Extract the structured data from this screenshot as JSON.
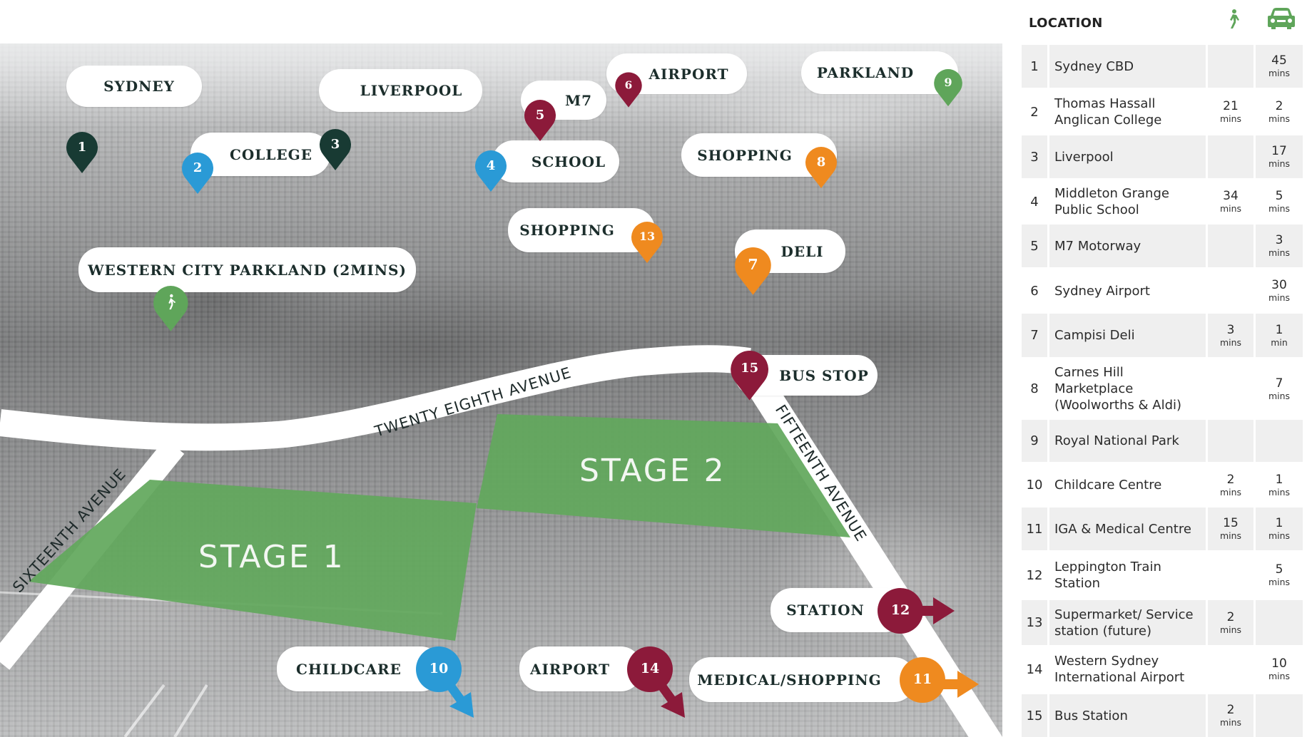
{
  "panel": {
    "title": "LOCATION",
    "walk_icon": "walking-person-icon",
    "drive_icon": "car-icon",
    "icon_color": "#5fa55a",
    "rows": [
      {
        "num": "1",
        "name": "Sydney CBD",
        "walk": "",
        "walk_unit": "",
        "drive": "45",
        "drive_unit": "mins"
      },
      {
        "num": "2",
        "name": "Thomas Hassall Anglican College",
        "walk": "21",
        "walk_unit": "mins",
        "drive": "2",
        "drive_unit": "mins"
      },
      {
        "num": "3",
        "name": "Liverpool",
        "walk": "",
        "walk_unit": "",
        "drive": "17",
        "drive_unit": "mins"
      },
      {
        "num": "4",
        "name": "Middleton Grange Public School",
        "walk": "34",
        "walk_unit": "mins",
        "drive": "5",
        "drive_unit": "mins"
      },
      {
        "num": "5",
        "name": "M7 Motorway",
        "walk": "",
        "walk_unit": "",
        "drive": "3",
        "drive_unit": "mins"
      },
      {
        "num": "6",
        "name": "Sydney Airport",
        "walk": "",
        "walk_unit": "",
        "drive": "30",
        "drive_unit": "mins"
      },
      {
        "num": "7",
        "name": "Campisi Deli",
        "walk": "3",
        "walk_unit": "mins",
        "drive": "1",
        "drive_unit": "min"
      },
      {
        "num": "8",
        "name": "Carnes Hill Marketplace (Woolworths & Aldi)",
        "walk": "",
        "walk_unit": "",
        "drive": "7",
        "drive_unit": "mins"
      },
      {
        "num": "9",
        "name": "Royal National Park",
        "walk": "",
        "walk_unit": "",
        "drive": "",
        "drive_unit": ""
      },
      {
        "num": "10",
        "name": "Childcare Centre",
        "walk": "2",
        "walk_unit": "mins",
        "drive": "1",
        "drive_unit": "mins"
      },
      {
        "num": "11",
        "name": "IGA & Medical Centre",
        "walk": "15",
        "walk_unit": "mins",
        "drive": "1",
        "drive_unit": "mins"
      },
      {
        "num": "12",
        "name": "Leppington Train Station",
        "walk": "",
        "walk_unit": "",
        "drive": "5",
        "drive_unit": "mins"
      },
      {
        "num": "13",
        "name": "Supermarket/ Service station (future)",
        "walk": "2",
        "walk_unit": "mins",
        "drive": "",
        "drive_unit": ""
      },
      {
        "num": "14",
        "name": "Western Sydney International Airport",
        "walk": "",
        "walk_unit": "",
        "drive": "10",
        "drive_unit": "mins"
      },
      {
        "num": "15",
        "name": "Bus Station",
        "walk": "2",
        "walk_unit": "mins",
        "drive": "",
        "drive_unit": ""
      }
    ]
  },
  "map": {
    "colors": {
      "dark_green": "#183a33",
      "blue": "#2a9ad6",
      "maroon": "#8c1a3a",
      "orange": "#ef8a1f",
      "green": "#5fa55a",
      "stage_green": "#62a85c"
    },
    "stages": {
      "stage1": "STAGE 1",
      "stage2": "STAGE 2"
    },
    "roads": {
      "twenty_eighth": "TWENTY EIGHTH AVENUE",
      "sixteenth": "SIXTEENTH AVENUE",
      "fifteenth": "FIFTEENTH AVENUE"
    },
    "labels": {
      "sydney": "SYDNEY",
      "college": "COLLEGE",
      "liverpool": "LIVERPOOL",
      "school": "SCHOOL",
      "m7": "M7",
      "airport6": "AIRPORT",
      "parkland": "PARKLAND",
      "shopping8": "SHOPPING",
      "shopping13": "SHOPPING",
      "deli": "DELI",
      "western_city_parkland": "WESTERN CITY PARKLAND (2MINS)",
      "bus_stop": "BUS STOP",
      "station": "STATION",
      "childcare": "CHILDCARE",
      "airport14": "AIRPORT",
      "medical_shopping": "MEDICAL/SHOPPING"
    },
    "pins": {
      "p1": "1",
      "p2": "2",
      "p3": "3",
      "p4": "4",
      "p5": "5",
      "p6": "6",
      "p7": "7",
      "p8": "8",
      "p9": "9",
      "p10": "10",
      "p11": "11",
      "p12": "12",
      "p13": "13",
      "p14": "14",
      "p15": "15"
    }
  }
}
